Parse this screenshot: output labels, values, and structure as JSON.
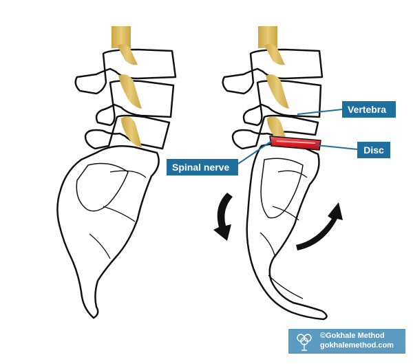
{
  "labels": {
    "vertebra": "Vertebra",
    "disc": "Disc",
    "spinal_nerve": "Spinal nerve"
  },
  "branding": {
    "name": "©Gokhale Method",
    "url": "gokhalemethod.com"
  },
  "colors": {
    "label_bg": "#1f6f9e",
    "brand_bg": "#5b9bbf",
    "nerve": "#d9b75a",
    "disc_highlight": "#e0202a",
    "bone_outline": "#111111"
  }
}
